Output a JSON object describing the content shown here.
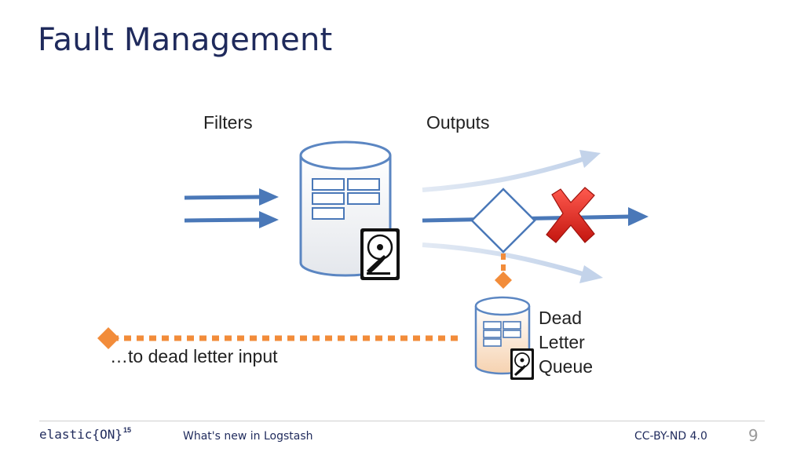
{
  "slide": {
    "title": "Fault Management",
    "labels": {
      "filters": "Filters",
      "outputs": "Outputs",
      "dead_letter_queue": "Dead\nLetter\nQueue",
      "to_dead_letter_input": "…to dead letter input"
    }
  },
  "footer": {
    "brand": "elastic{ON}",
    "brand_sup": "15",
    "subtitle": "What's new in Logstash",
    "license": "CC-BY-ND 4.0",
    "page_number": "9"
  },
  "icons": [
    "hard-disk-icon",
    "red-x-icon"
  ],
  "colors": {
    "title": "#1f2a5c",
    "arrow": "#4a78b8",
    "arrow_faded": "#c8d6ea",
    "dlq_line": "#f28c3a",
    "cross": "#d8241c",
    "cylinder_stroke": "#5b86c2",
    "dlq_fill": "#fbe3cc"
  }
}
